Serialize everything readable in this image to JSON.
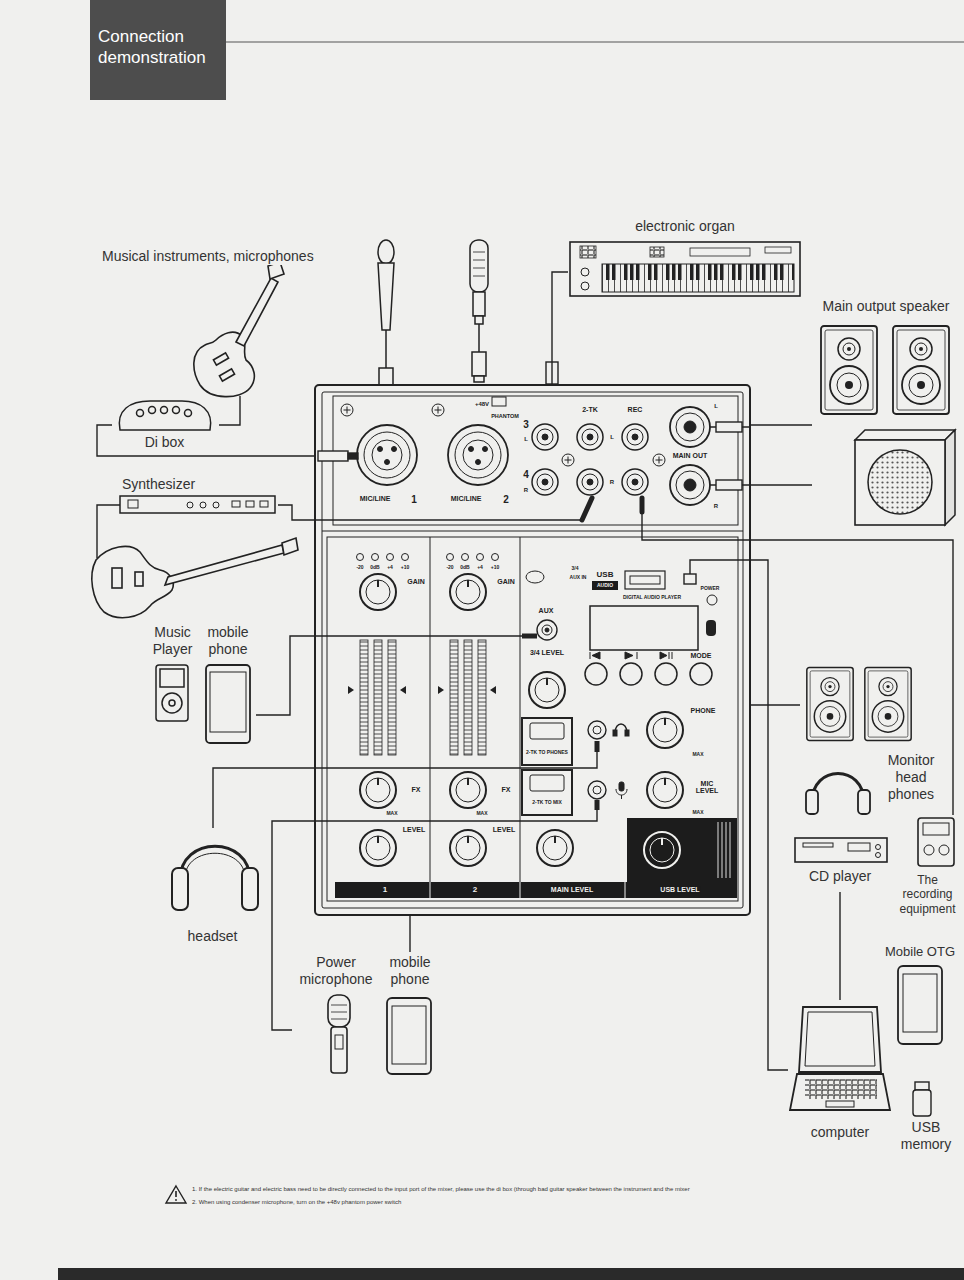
{
  "diagram": {
    "title": "Connection demonstration",
    "nodes": [
      {
        "text": [
          "MIC/LINE",
          "1",
          "MIC/LINE",
          "2",
          "+48V",
          "PHANTOM",
          "3",
          "L",
          "4",
          "R",
          "2-TK",
          "REC",
          "L",
          "R",
          "MAIN OUT",
          "L",
          "R",
          "-20",
          "0dB",
          "+4",
          "+10",
          "GAIN",
          "-20",
          "0dB",
          "+4",
          "+10",
          "GAIN",
          "3/4",
          "AUX IN",
          "USB",
          "AUDIO",
          "DIGITAL AUDIO PLAYER",
          "POWER",
          "AUX",
          "3/4 LEVEL",
          "MODE",
          "PHONE",
          "2-TK TO PHONES",
          "2-TK TO MIX",
          "MIC LEVEL",
          "FX",
          "FX",
          "MAX",
          "MAX",
          "MAX",
          "MAX",
          "LEVEL",
          "LEVEL",
          "1",
          "2",
          "MAIN LEVEL",
          "USB LEVEL"
        ]
      },
      {
        "text": [
          "Musical instruments, microphones"
        ]
      },
      {
        "text": [
          "Di box"
        ]
      },
      {
        "text": [
          "electronic organ"
        ]
      },
      {
        "text": [
          "Main output speaker"
        ]
      },
      {
        "text": [
          "Synthesizer"
        ]
      },
      {
        "text": [
          "Music Player"
        ]
      },
      {
        "text": [
          "mobile phone"
        ]
      },
      {
        "text": [
          "headset"
        ]
      },
      {
        "text": [
          "Power microphone"
        ]
      },
      {
        "text": [
          "mobile phone"
        ]
      },
      {
        "text": [
          "Monitor head phones"
        ]
      },
      {
        "text": [
          "CD player"
        ]
      },
      {
        "text": [
          "The recording equipment"
        ]
      },
      {
        "text": [
          "Mobile OTG"
        ]
      },
      {
        "text": [
          "computer"
        ]
      },
      {
        "text": [
          "USB memory"
        ]
      }
    ],
    "edges": [
      {
        "from": 1,
        "to": 2,
        "arrow": "none"
      },
      {
        "from": 2,
        "to": 0,
        "arrow": "none"
      },
      {
        "from": 3,
        "to": 0,
        "arrow": "none"
      },
      {
        "from": 0,
        "to": 4,
        "arrow": "none"
      },
      {
        "from": 5,
        "to": 0,
        "arrow": "none"
      },
      {
        "from": 7,
        "to": 0,
        "arrow": "none"
      },
      {
        "from": 0,
        "to": 8,
        "arrow": "none"
      },
      {
        "from": 9,
        "to": 0,
        "arrow": "none"
      },
      {
        "from": 10,
        "to": 0,
        "arrow": "none"
      },
      {
        "from": 0,
        "to": 11,
        "arrow": "none"
      },
      {
        "from": 12,
        "to": 15,
        "arrow": "none"
      },
      {
        "from": 0,
        "to": 13,
        "arrow": "none"
      },
      {
        "from": 0,
        "to": 15,
        "arrow": "none"
      }
    ],
    "labels": [
      "1. If the electric guitar and electric bass need to be directly connected to the input port of the mixer, please use the di box (through bad guitar speaker between the instrument and the mixer",
      "2. When using condenser microphone, turn on the +48v phantom power switch"
    ]
  }
}
